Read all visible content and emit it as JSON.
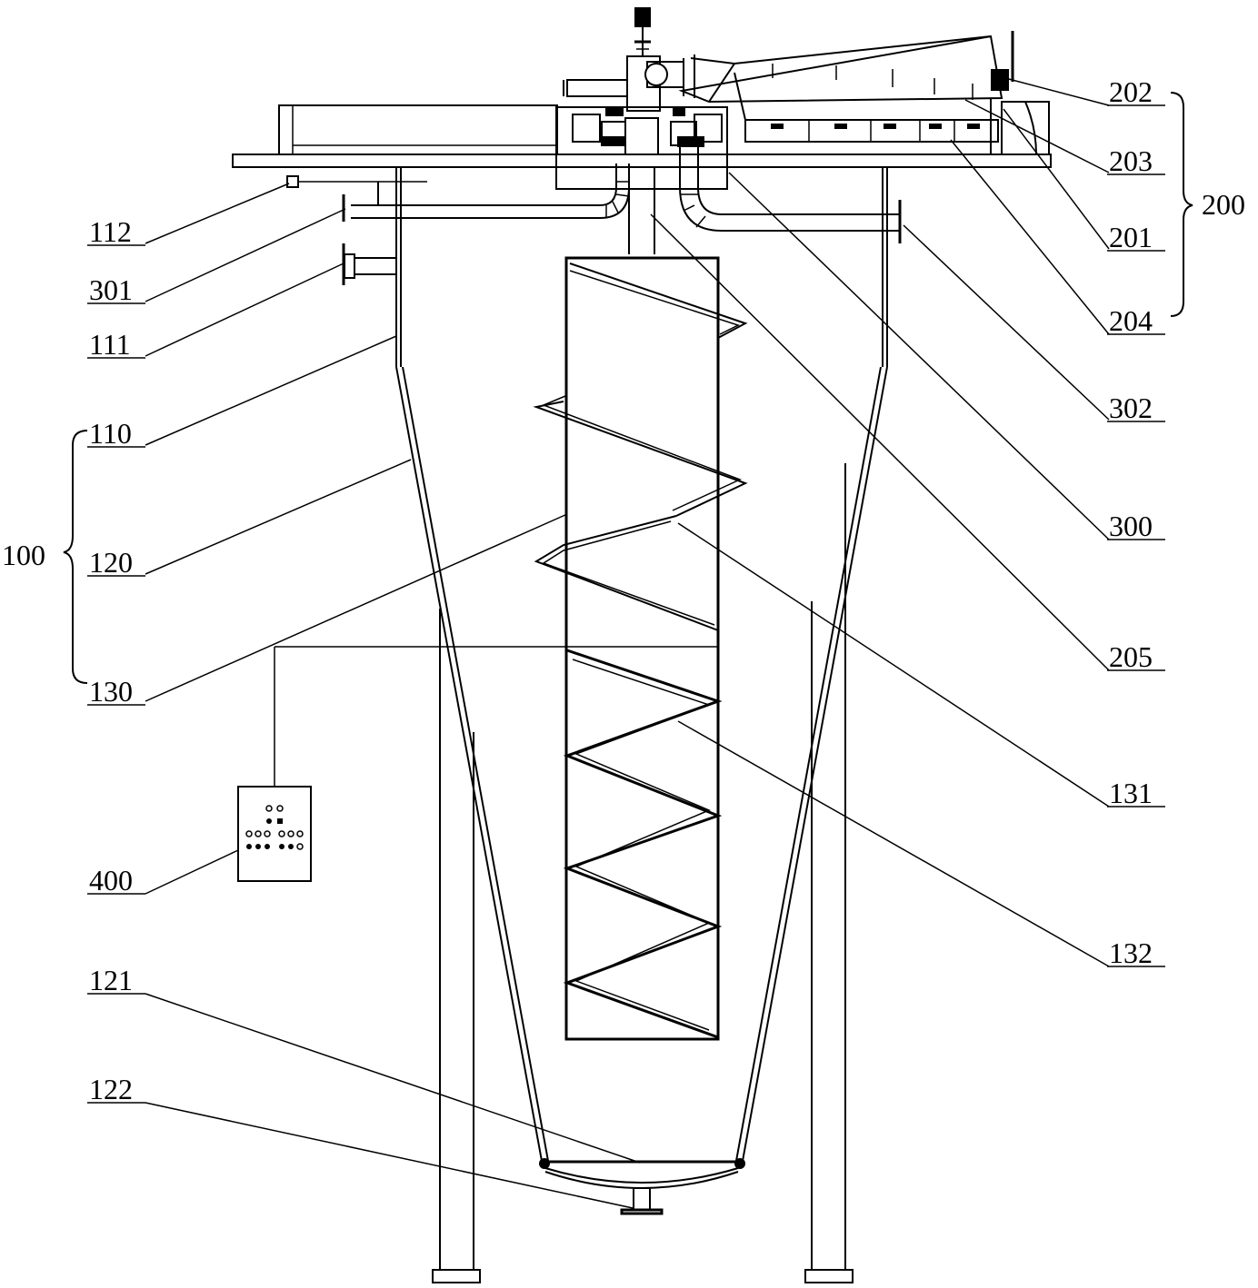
{
  "labels": {
    "n100": "100",
    "n110": "110",
    "n111": "111",
    "n112": "112",
    "n120": "120",
    "n121": "121",
    "n122": "122",
    "n130": "130",
    "n131": "131",
    "n132": "132",
    "n200": "200",
    "n201": "201",
    "n202": "202",
    "n203": "203",
    "n204": "204",
    "n205": "205",
    "n300": "300",
    "n301": "301",
    "n302": "302",
    "n400": "400"
  }
}
